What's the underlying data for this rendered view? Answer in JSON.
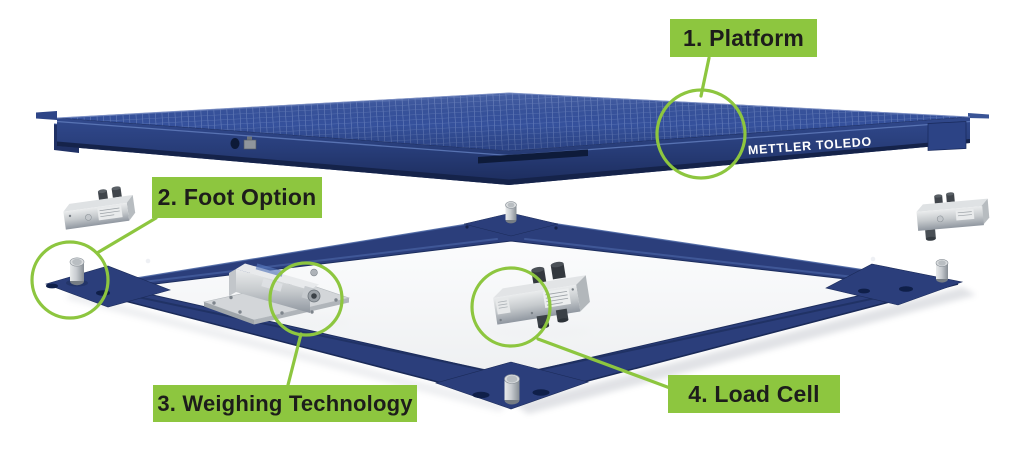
{
  "diagram": {
    "brand_text": "METTLER TOLEDO",
    "callouts": [
      {
        "number": "1",
        "label": "1. Platform"
      },
      {
        "number": "2",
        "label": "2. Foot Option"
      },
      {
        "number": "3",
        "label": "3. Weighing Technology"
      },
      {
        "number": "4",
        "label": "4. Load Cell"
      }
    ],
    "colors": {
      "background": "#ffffff",
      "callout_green": "#8dc63f",
      "label_text": "#1d1d1b",
      "platform_blue": "#35519c",
      "apron_blue": "#273c77",
      "frame_blue": "#2b3e7b",
      "brand_white": "#ffffff",
      "metal_gray": "#c6cacd"
    }
  }
}
